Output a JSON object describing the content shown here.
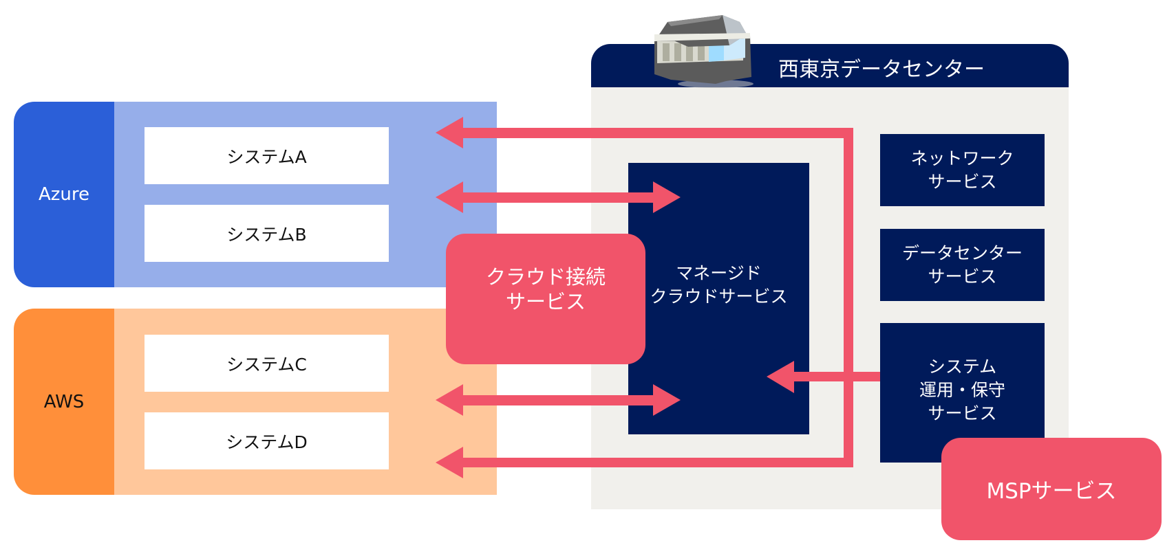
{
  "providers": [
    {
      "name": "Azure",
      "label_color": "#2b5fd8",
      "body_color": "#96aeea",
      "label_text_color": "#ffffff",
      "systems": [
        "システムA",
        "システムB"
      ]
    },
    {
      "name": "AWS",
      "label_color": "#ff8f3a",
      "body_color": "#ffc79b",
      "label_text_color": "#111111",
      "systems": [
        "システムC",
        "システムD"
      ]
    }
  ],
  "datacenter": {
    "title": "西東京データセンター",
    "header_color": "#001a5a",
    "body_color": "#f1f0ec",
    "icon": "building-icon",
    "managed_service": "マネージド\nクラウドサービス",
    "services": [
      {
        "label": "ネットワーク\nサービス"
      },
      {
        "label": "データセンター\nサービス"
      },
      {
        "label": "システム\n運用・保守\nサービス"
      }
    ]
  },
  "overlays": {
    "cloud_connect": "クラウド接続\nサービス",
    "msp": "MSPサービス",
    "accent_color": "#f1546a"
  },
  "connections": [
    {
      "from": "datacenter-bus",
      "to": "システムA",
      "type": "one-way"
    },
    {
      "from": "マネージドクラウドサービス",
      "to": "システムB",
      "type": "two-way"
    },
    {
      "from": "マネージドクラウドサービス",
      "to": "システムC",
      "type": "two-way"
    },
    {
      "from": "datacenter-bus",
      "to": "システムD",
      "type": "one-way"
    },
    {
      "from": "システム運用・保守サービス",
      "to": "マネージドクラウドサービス",
      "type": "one-way"
    }
  ]
}
